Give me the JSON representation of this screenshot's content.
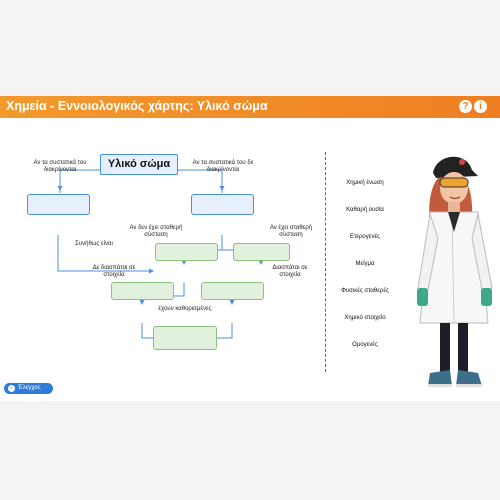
{
  "header": {
    "title": "Χημεία - Εννοιολογικός χάρτης: Υλικό σώμα",
    "help_icon": "?",
    "info_icon": "i"
  },
  "map": {
    "root": "Υλικό σώμα",
    "left_branch_label": "Αν τα συστατικά του διακρίνονται",
    "right_branch_label": "Αν τα συστατικά του δε διακρίνονται",
    "usually_label": "Συνήθως είναι",
    "no_fixed_label": "Αν δεν έχει σταθερή σύσταση",
    "fixed_label": "Αν έχει σταθερή σύσταση",
    "not_decomposed_label": "Δε διασπάται σε στοιχεία",
    "decomposed_label": "Διασπάται σε στοιχεία",
    "defined_label": "έχουν καθορισμένες"
  },
  "options": [
    "Χημική ένωση",
    "Καθαρή ουσία",
    "Ετερογενές",
    "Μείγμα",
    "Φυσικές σταθερές",
    "Χημικό στοιχείο",
    "Ομογενές"
  ],
  "footer": {
    "check_label": "Έλεγχος"
  },
  "colors": {
    "header": "#ef7f22",
    "accent": "#2f7bd8",
    "blue_box": "#e6f0fc",
    "green_box": "#e2f1de"
  }
}
